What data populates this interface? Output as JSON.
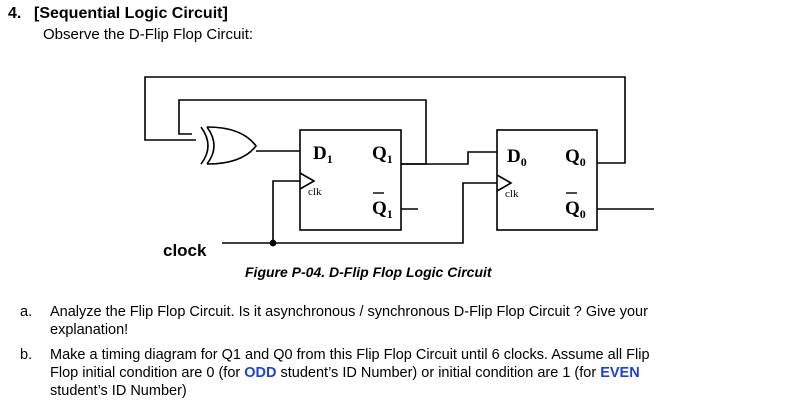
{
  "question": {
    "number": "4.",
    "title": "[Sequential Logic Circuit]",
    "subtitle": "Observe the D-Flip Flop Circuit:"
  },
  "diagram": {
    "ff1": {
      "d": "D",
      "d_sub": "1",
      "q": "Q",
      "q_sub": "1",
      "qbar": "Q",
      "qbar_sub": "1",
      "clk": "clk"
    },
    "ff0": {
      "d": "D",
      "d_sub": "0",
      "q": "Q",
      "q_sub": "0",
      "qbar": "Q",
      "qbar_sub": "0",
      "clk": "clk"
    },
    "clock_label": "clock",
    "caption": "Figure P-04. D-Flip Flop Logic Circuit",
    "gate_type": "xor",
    "colors": {
      "line": "#000000",
      "highlight": "#1f3fd8"
    }
  },
  "items": [
    {
      "mark": "a.",
      "line1": "Analyze the Flip Flop Circuit.  Is it asynchronous / synchronous D-Flip Flop Circuit ? Give your",
      "line2": "explanation!"
    },
    {
      "mark": "b.",
      "line1": "Make a timing diagram for Q1 and Q0 from this Flip Flop Circuit until 6 clocks. Assume all Flip",
      "line2_a": "Flop initial condition are 0 (for ",
      "odd": "ODD",
      "line2_b": " student’s ID Number) or initial condition are 1 (for ",
      "even": "EVEN",
      "line3": "student’s ID Number)"
    }
  ]
}
